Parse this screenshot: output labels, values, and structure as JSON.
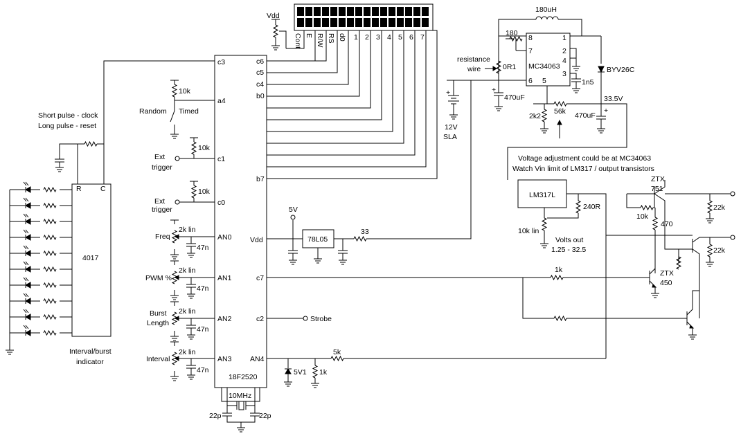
{
  "mcu": {
    "name": "18F2520",
    "left_pins": [
      "c3",
      "a4",
      "c1",
      "c0",
      "AN0",
      "AN1",
      "AN2",
      "AN3"
    ],
    "right_pins": [
      "c6",
      "c5",
      "c4",
      "b0",
      "b7",
      "Vdd",
      "c7",
      "c2",
      "AN4"
    ]
  },
  "lcd": {
    "pins": [
      "Cont",
      "E",
      "R/W",
      "RS",
      "d0",
      "1",
      "2",
      "3",
      "4",
      "5",
      "6",
      "7"
    ]
  },
  "counter": {
    "name": "4017",
    "reset": "R",
    "clock": "C",
    "caption_1": "Interval/burst",
    "caption_2": "indicator"
  },
  "labels": {
    "vdd_top": "Vdd",
    "short_pulse": "Short pulse - clock",
    "long_pulse": "Long pulse - reset",
    "random": "Random",
    "timed": "Timed",
    "ext_trigger": "Ext",
    "trigger": "trigger",
    "freq": "Freq",
    "pwm": "PWM %",
    "burst": "Burst",
    "length": "Length",
    "interval": "Interval",
    "crystal": "10MHz",
    "strobe": "Strobe",
    "five_v": "5V",
    "regulator": "78L05",
    "resistance": "resistance",
    "wire": "wire",
    "battery_1": "12V",
    "battery_2": "SLA",
    "smps": "MC34063",
    "inductor": "180uH",
    "diode": "BYV26C",
    "rail": "33.5V",
    "note_1": "Voltage adjustment could be at MC34063",
    "note_2": "Watch Vin limit of LM317 / output transistors",
    "lm317": "LM317L",
    "volts_out": "Volts out",
    "volts_range": "1.25 - 32.5",
    "ztx": "ZTX",
    "ztx751": "751",
    "ztx450": "450",
    "zener": "5V1"
  },
  "components": {
    "r10k": "10k",
    "r2k": "2k lin",
    "c47n": "47n",
    "c22p": "22p",
    "r33": "33",
    "r0r1": "0R1",
    "c470u": "470uF",
    "r180": "180",
    "r2k2": "2k2",
    "r56k": "56k",
    "c1n5": "1n5",
    "r240": "240R",
    "r10klin": "10k lin",
    "r470": "470",
    "r22k": "22k",
    "r1k": "1k",
    "r5k": "5k"
  },
  "smps_pins": [
    "8",
    "7",
    "6",
    "1",
    "2",
    "4",
    "3",
    "5"
  ]
}
